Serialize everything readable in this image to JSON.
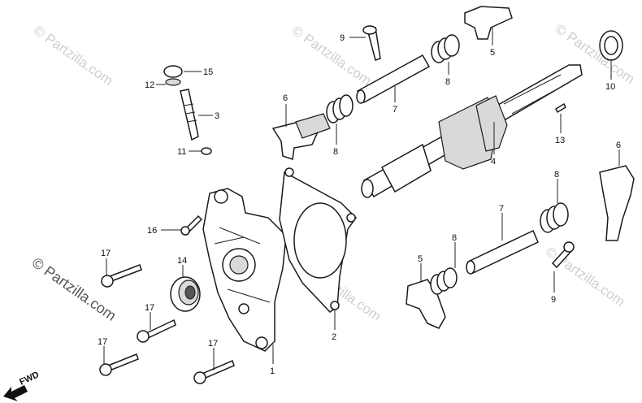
{
  "watermark": {
    "text": "© Partzilla.com",
    "strong_text": "© Partzilla.com"
  },
  "fwd_label": "FWD",
  "callouts": {
    "c1": "1",
    "c2": "2",
    "c3": "3",
    "c4": "4",
    "c5a": "5",
    "c5b": "5",
    "c6a": "6",
    "c6b": "6",
    "c7a": "7",
    "c7b": "7",
    "c8a": "8",
    "c8b": "8",
    "c8c": "8",
    "c8d": "8",
    "c9a": "9",
    "c9b": "9",
    "c10": "10",
    "c11": "11",
    "c12": "12",
    "c13": "13",
    "c14": "14",
    "c15": "15",
    "c16": "16",
    "c17a": "17",
    "c17b": "17",
    "c17c": "17",
    "c17d": "17"
  }
}
